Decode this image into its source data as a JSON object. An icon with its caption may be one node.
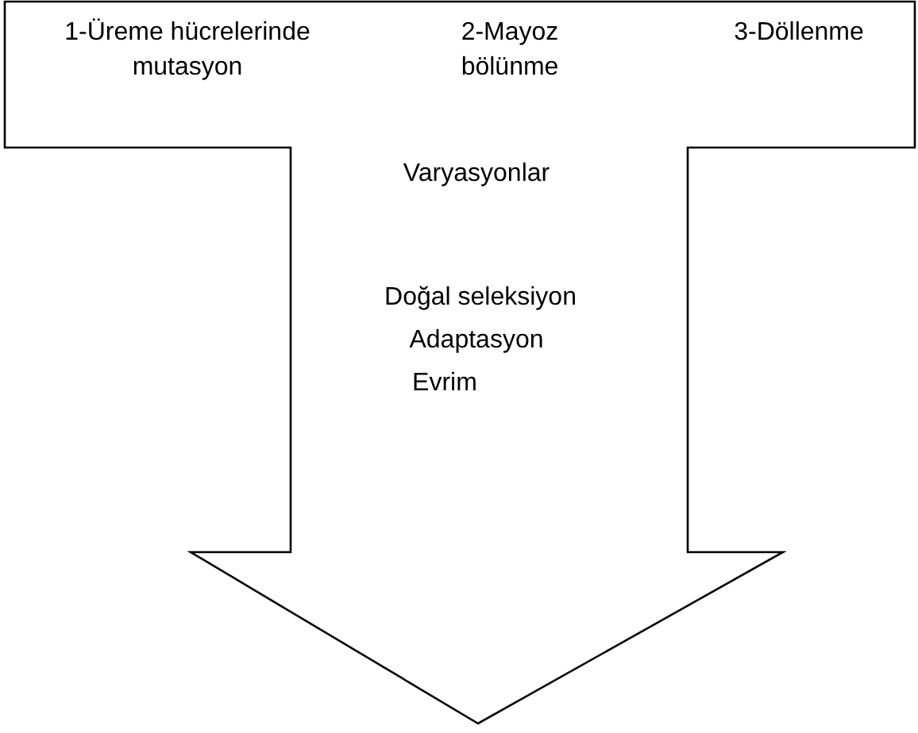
{
  "diagram": {
    "nodes": [
      {
        "text": [
          "1-Üreme hücrelerinde mutasyon",
          "2-Mayoz bölünme",
          "3-Döllenme",
          "Varyasyonlar",
          "Doğal seleksiyon",
          "Adaptasyon",
          "Evrim"
        ]
      }
    ]
  }
}
